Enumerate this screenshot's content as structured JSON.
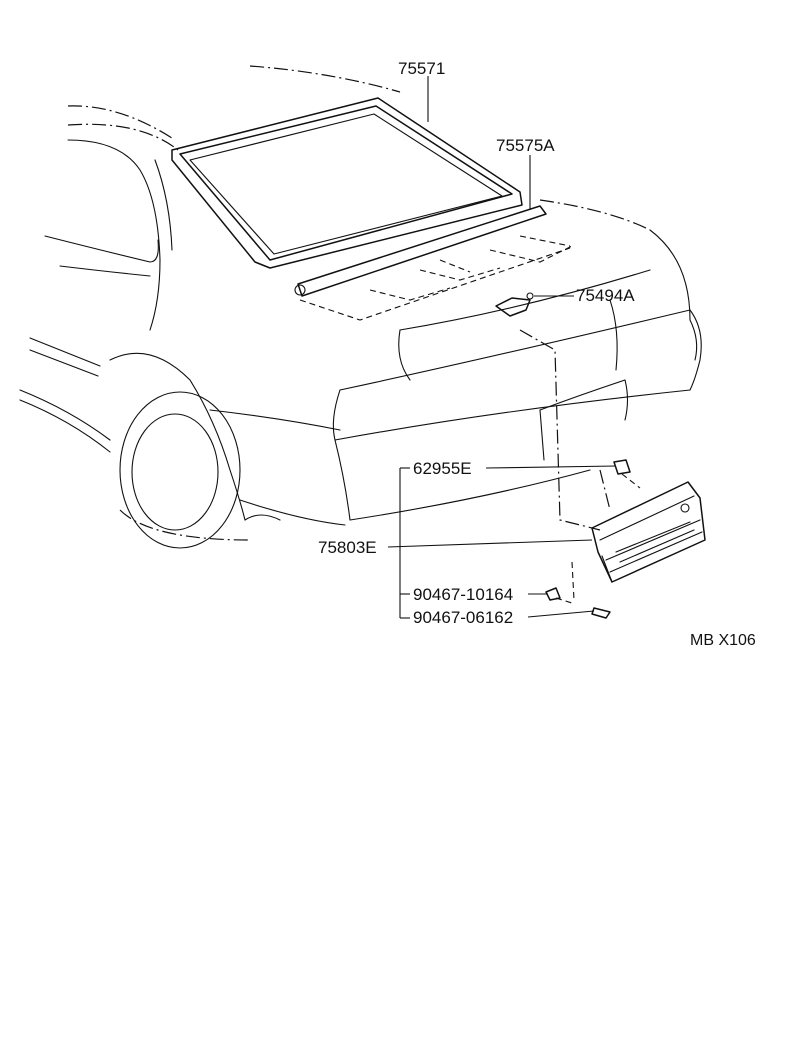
{
  "parts": [
    {
      "id": "p75571",
      "number": "75571"
    },
    {
      "id": "p75575A",
      "number": "75575A"
    },
    {
      "id": "p75494A",
      "number": "75494A"
    },
    {
      "id": "p62955E",
      "number": "62955E"
    },
    {
      "id": "p75803E",
      "number": "75803E"
    },
    {
      "id": "p90467a",
      "number": "90467-10164"
    },
    {
      "id": "p90467b",
      "number": "90467-06162"
    }
  ],
  "reference": "MB X106"
}
